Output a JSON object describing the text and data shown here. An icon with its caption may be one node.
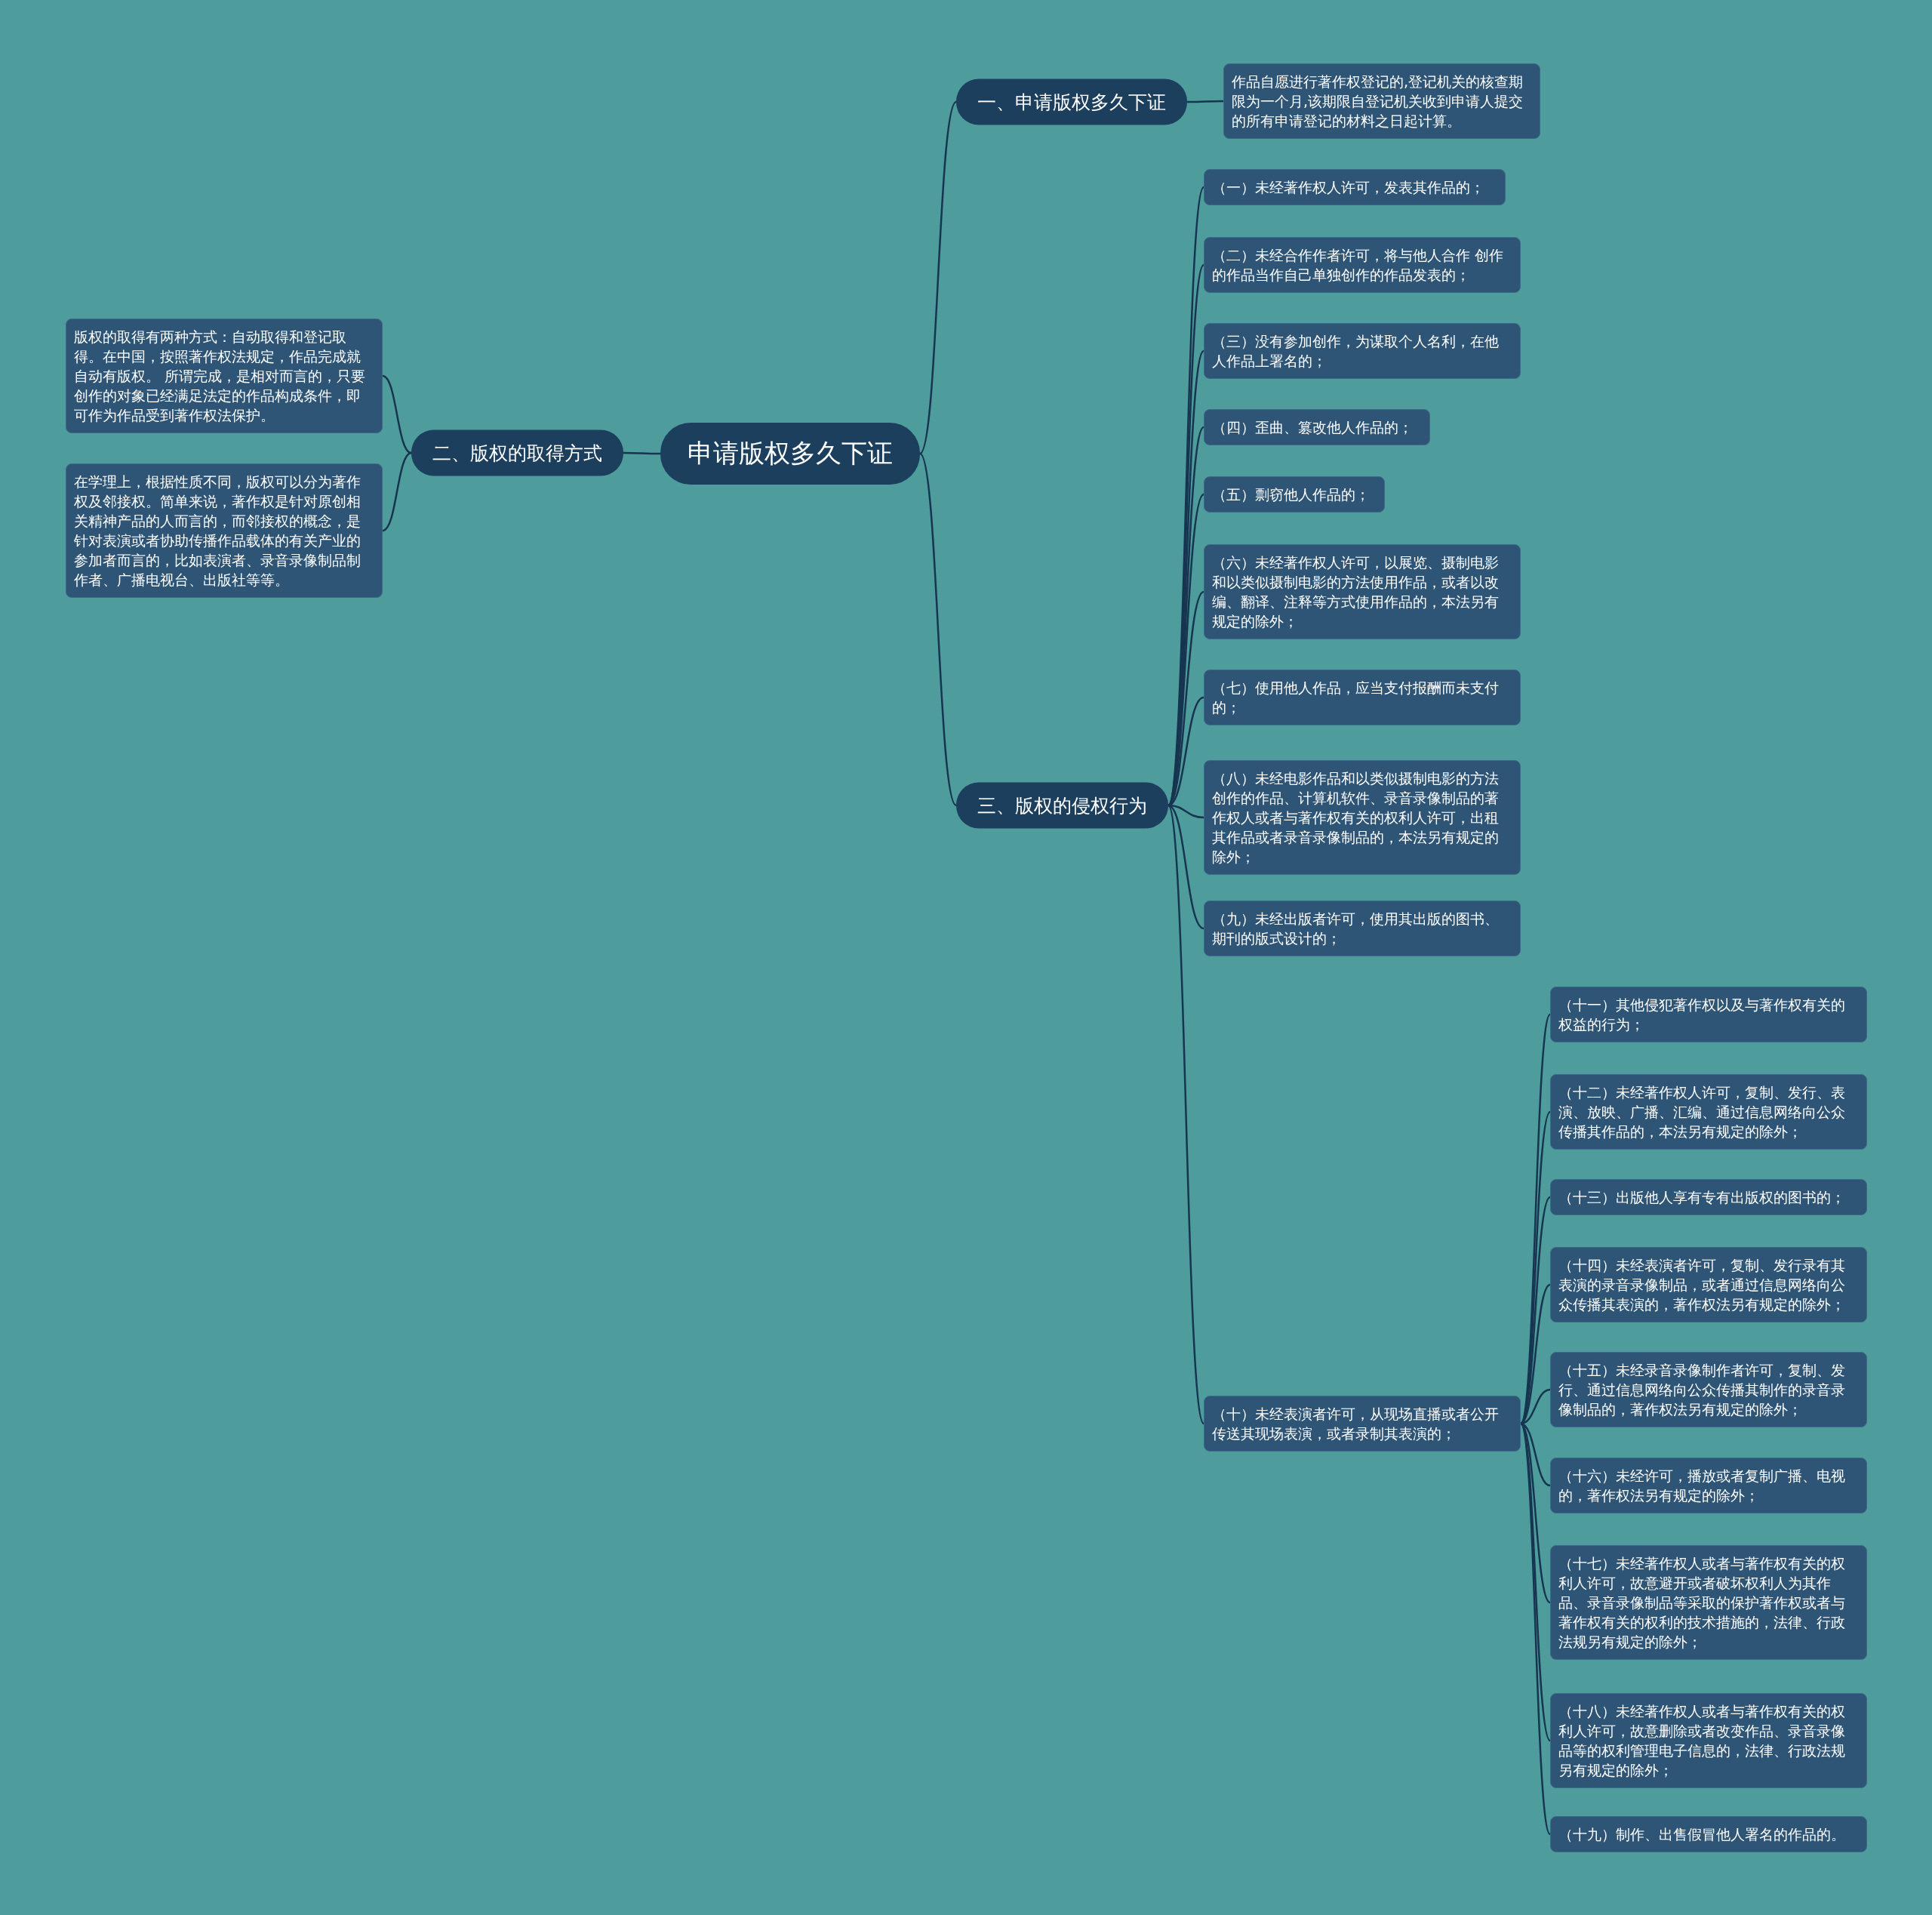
{
  "diagram": {
    "nodes": [
      {
        "text": [
          "申请版权多久下证"
        ]
      },
      {
        "text": [
          "一、申请版权多久下证"
        ]
      },
      {
        "text": [
          "作品自愿进行著作权登记的,登记机关的核查期限为一个月,该期限自登记机关收到申请人提交的所有申请登记的材料之日起计算。"
        ]
      },
      {
        "text": [
          "二、版权的取得方式"
        ]
      },
      {
        "text": [
          "版权的取得有两种方式：自动取得和登记取得。在中国，按照著作权法规定，作品完成就自动有版权。 所谓完成，是相对而言的，只要创作的对象已经满足法定的作品构成条件，即可作为作品受到著作权法保护。"
        ]
      },
      {
        "text": [
          "在学理上，根据性质不同，版权可以分为著作权及邻接权。简单来说，著作权是针对原创相关精神产品的人而言的，而邻接权的概念，是针对表演或者协助传播作品载体的有关产业的参加者而言的，比如表演者、录音录像制品制作者、广播电视台、出版社等等。"
        ]
      },
      {
        "text": [
          "三、版权的侵权行为"
        ]
      },
      {
        "text": [
          "（一）未经著作权人许可，发表其作品的；"
        ]
      },
      {
        "text": [
          "（二）未经合作作者许可，将与他人合作 创作的作品当作自己单独创作的作品发表的；"
        ]
      },
      {
        "text": [
          "（三）没有参加创作，为谋取个人名利，在他人作品上署名的；"
        ]
      },
      {
        "text": [
          "（四）歪曲、篡改他人作品的；"
        ]
      },
      {
        "text": [
          "（五）剽窃他人作品的；"
        ]
      },
      {
        "text": [
          "（六）未经著作权人许可，以展览、摄制电影和以类似摄制电影的方法使用作品，或者以改编、翻译、注释等方式使用作品的，本法另有规定的除外；"
        ]
      },
      {
        "text": [
          "（七）使用他人作品，应当支付报酬而未支付的；"
        ]
      },
      {
        "text": [
          "（八）未经电影作品和以类似摄制电影的方法创作的作品、计算机软件、录音录像制品的著作权人或者与著作权有关的权利人许可，出租其作品或者录音录像制品的，本法另有规定的除外；"
        ]
      },
      {
        "text": [
          "（九）未经出版者许可，使用其出版的图书、期刊的版式设计的；"
        ]
      },
      {
        "text": [
          "（十）未经表演者许可，从现场直播或者公开传送其现场表演，或者录制其表演的；"
        ]
      },
      {
        "text": [
          "（十一）其他侵犯著作权以及与著作权有关的权益的行为；"
        ]
      },
      {
        "text": [
          "（十二）未经著作权人许可，复制、发行、表演、放映、广播、汇编、通过信息网络向公众传播其作品的，本法另有规定的除外；"
        ]
      },
      {
        "text": [
          "（十三）出版他人享有专有出版权的图书的；"
        ]
      },
      {
        "text": [
          "（十四）未经表演者许可，复制、发行录有其表演的录音录像制品，或者通过信息网络向公众传播其表演的，著作权法另有规定的除外；"
        ]
      },
      {
        "text": [
          "（十五）未经录音录像制作者许可，复制、发行、通过信息网络向公众传播其制作的录音录像制品的，著作权法另有规定的除外；"
        ]
      },
      {
        "text": [
          "（十六）未经许可，播放或者复制广播、电视的，著作权法另有规定的除外；"
        ]
      },
      {
        "text": [
          "（十七）未经著作权人或者与著作权有关的权利人许可，故意避开或者破坏权利人为其作品、录音录像制品等采取的保护著作权或者与著作权有关的权利的技术措施的，法律、行政法规另有规定的除外；"
        ]
      },
      {
        "text": [
          "（十八）未经著作权人或者与著作权有关的权利人许可，故意删除或者改变作品、录音录像品等的权利管理电子信息的，法律、行政法规另有规定的除外；"
        ]
      },
      {
        "text": [
          "（十九）制作、出售假冒他人署名的作品的。"
        ]
      }
    ],
    "edges": [
      {
        "from": 0,
        "to": 1,
        "arrow": "none"
      },
      {
        "from": 1,
        "to": 2,
        "arrow": "none"
      },
      {
        "from": 0,
        "to": 3,
        "arrow": "none"
      },
      {
        "from": 3,
        "to": 4,
        "arrow": "none"
      },
      {
        "from": 3,
        "to": 5,
        "arrow": "none"
      },
      {
        "from": 0,
        "to": 6,
        "arrow": "none"
      },
      {
        "from": 6,
        "to": 7,
        "arrow": "none"
      },
      {
        "from": 6,
        "to": 8,
        "arrow": "none"
      },
      {
        "from": 6,
        "to": 9,
        "arrow": "none"
      },
      {
        "from": 6,
        "to": 10,
        "arrow": "none"
      },
      {
        "from": 6,
        "to": 11,
        "arrow": "none"
      },
      {
        "from": 6,
        "to": 12,
        "arrow": "none"
      },
      {
        "from": 6,
        "to": 13,
        "arrow": "none"
      },
      {
        "from": 6,
        "to": 14,
        "arrow": "none"
      },
      {
        "from": 6,
        "to": 15,
        "arrow": "none"
      },
      {
        "from": 6,
        "to": 16,
        "arrow": "none"
      },
      {
        "from": 16,
        "to": 17,
        "arrow": "none"
      },
      {
        "from": 16,
        "to": 18,
        "arrow": "none"
      },
      {
        "from": 16,
        "to": 19,
        "arrow": "none"
      },
      {
        "from": 16,
        "to": 20,
        "arrow": "none"
      },
      {
        "from": 16,
        "to": 21,
        "arrow": "none"
      },
      {
        "from": 16,
        "to": 22,
        "arrow": "none"
      },
      {
        "from": 16,
        "to": 23,
        "arrow": "none"
      },
      {
        "from": 16,
        "to": 24,
        "arrow": "none"
      },
      {
        "from": 16,
        "to": 25,
        "arrow": "none"
      }
    ]
  }
}
